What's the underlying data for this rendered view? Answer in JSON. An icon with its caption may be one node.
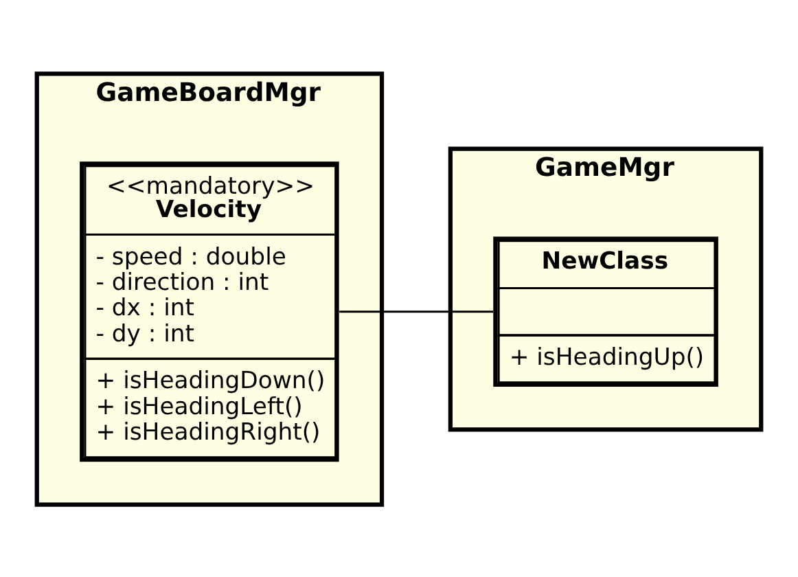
{
  "diagram": {
    "nodes": [
      {
        "text": [
          "GameBoardMgr"
        ]
      },
      {
        "text": [
          "<<mandatory>>",
          "Velocity",
          "- speed : double",
          "- direction : int",
          "- dx : int",
          "- dy : int",
          "+ isHeadingDown()",
          "+ isHeadingLeft()",
          "+ isHeadingRight()"
        ],
        "in": 0
      },
      {
        "text": [
          "GameMgr"
        ]
      },
      {
        "text": [
          "NewClass",
          "+ isHeadingUp()"
        ],
        "in": 2
      }
    ],
    "edges": [
      {
        "from": 1,
        "to": 3,
        "arrow": "none"
      }
    ]
  }
}
